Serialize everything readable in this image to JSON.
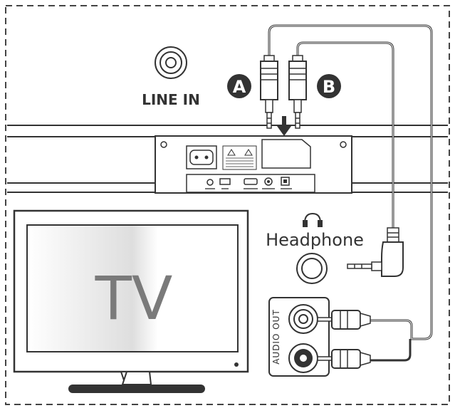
{
  "labels": {
    "line_in": "LINE IN",
    "plug_a": "A",
    "plug_b": "B",
    "headphone": "Headphone",
    "tv": "TV",
    "audio_out": "AUDIO OUT"
  },
  "colors": {
    "outline": "#333333",
    "badge_fill": "#333333",
    "badge_text": "#ffffff",
    "tv_text": "#7a7a7a",
    "cable": "#333333"
  },
  "icons": {
    "line_in_jack": "line-in-jack-icon",
    "headphone": "headphone-icon",
    "down_arrow": "down-arrow-icon"
  }
}
